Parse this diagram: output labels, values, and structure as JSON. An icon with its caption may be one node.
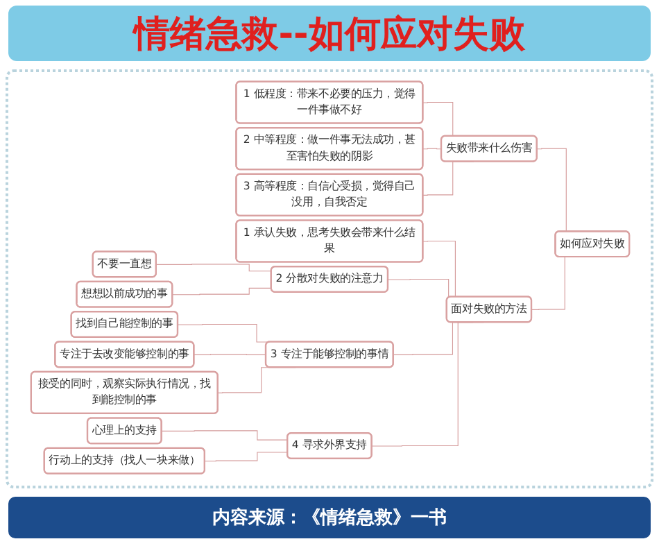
{
  "diagram": {
    "title": "情绪急救--如何应对失败",
    "caption": "内容来源：《情绪急救》一书",
    "nodes": [
      {
        "text": [
          "如何应对失败"
        ]
      },
      {
        "text": [
          "失败带来什么伤害"
        ]
      },
      {
        "text": [
          "1 低程度：带来不必要的压力，觉得一件事做不好"
        ]
      },
      {
        "text": [
          "2 中等程度：做一件事无法成功，甚至害怕失败的阴影"
        ]
      },
      {
        "text": [
          "3 高等程度：自信心受损，觉得自己没用，自我否定"
        ]
      },
      {
        "text": [
          "面对失败的方法"
        ]
      },
      {
        "text": [
          "1 承认失败，思考失败会带来什么结果"
        ]
      },
      {
        "text": [
          "2 分散对失败的注意力"
        ]
      },
      {
        "text": [
          "不要一直想"
        ]
      },
      {
        "text": [
          "想想以前成功的事"
        ]
      },
      {
        "text": [
          "3 专注于能够控制的事情"
        ]
      },
      {
        "text": [
          "找到自己能控制的事"
        ]
      },
      {
        "text": [
          "专注于去改变能够控制的事"
        ]
      },
      {
        "text": [
          "接受的同时，观察实际执行情况，找到能控制的事"
        ]
      },
      {
        "text": [
          "4 寻求外界支持"
        ]
      },
      {
        "text": [
          "心理上的支持"
        ]
      },
      {
        "text": [
          "行动上的支持（找人一块来做）"
        ]
      }
    ],
    "edges": [
      {
        "from": 0,
        "to": 1,
        "arrow": "none"
      },
      {
        "from": 1,
        "to": 2,
        "arrow": "none"
      },
      {
        "from": 1,
        "to": 3,
        "arrow": "none"
      },
      {
        "from": 1,
        "to": 4,
        "arrow": "none"
      },
      {
        "from": 0,
        "to": 5,
        "arrow": "none"
      },
      {
        "from": 5,
        "to": 6,
        "arrow": "none"
      },
      {
        "from": 5,
        "to": 7,
        "arrow": "none"
      },
      {
        "from": 7,
        "to": 8,
        "arrow": "none"
      },
      {
        "from": 7,
        "to": 9,
        "arrow": "none"
      },
      {
        "from": 5,
        "to": 10,
        "arrow": "none"
      },
      {
        "from": 10,
        "to": 11,
        "arrow": "none"
      },
      {
        "from": 10,
        "to": 12,
        "arrow": "none"
      },
      {
        "from": 10,
        "to": 13,
        "arrow": "none"
      },
      {
        "from": 5,
        "to": 14,
        "arrow": "none"
      },
      {
        "from": 14,
        "to": 15,
        "arrow": "none"
      },
      {
        "from": 14,
        "to": 16,
        "arrow": "none"
      }
    ]
  }
}
